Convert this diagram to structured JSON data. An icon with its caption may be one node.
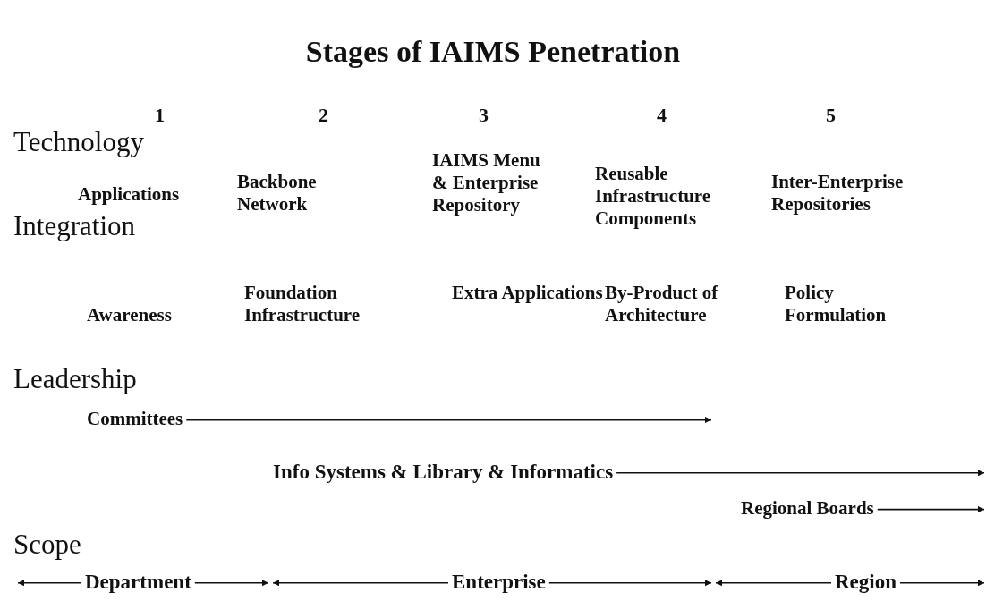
{
  "diagram": {
    "title": "Stages of IAIMS Penetration",
    "nodes": [
      {
        "text": [
          "Committees"
        ]
      },
      {
        "text": [
          "Info Systems & Library & Informatics"
        ]
      },
      {
        "text": [
          "Regional Boards"
        ]
      },
      {
        "text": [
          "Department"
        ]
      },
      {
        "text": [
          "Enterprise"
        ]
      },
      {
        "text": [
          "Region"
        ]
      }
    ],
    "edges": [
      {
        "from": 0,
        "to": null,
        "arrow": "to"
      },
      {
        "from": 1,
        "to": null,
        "arrow": "to"
      },
      {
        "from": 2,
        "to": null,
        "arrow": "to"
      },
      {
        "from": 3,
        "to": null,
        "arrow": "to"
      },
      {
        "from": 3,
        "to": null,
        "arrow": "to"
      },
      {
        "from": 4,
        "to": null,
        "arrow": "to"
      },
      {
        "from": 4,
        "to": null,
        "arrow": "to"
      },
      {
        "from": 5,
        "to": null,
        "arrow": "to"
      },
      {
        "from": 5,
        "to": null,
        "arrow": "to"
      }
    ],
    "labels": [
      "1",
      "2",
      "3",
      "4",
      "5",
      "Technology",
      "Applications",
      "Backbone Network",
      "IAIMS Menu & Enterprise Repository",
      "Reusable Infrastructure Components",
      "Inter-Enterprise Repositories",
      "Integration",
      "Awareness",
      "Foundation Infrastructure",
      "Extra Applications",
      "By-Product of Architecture",
      "Policy Formulation",
      "Leadership",
      "Scope"
    ]
  }
}
